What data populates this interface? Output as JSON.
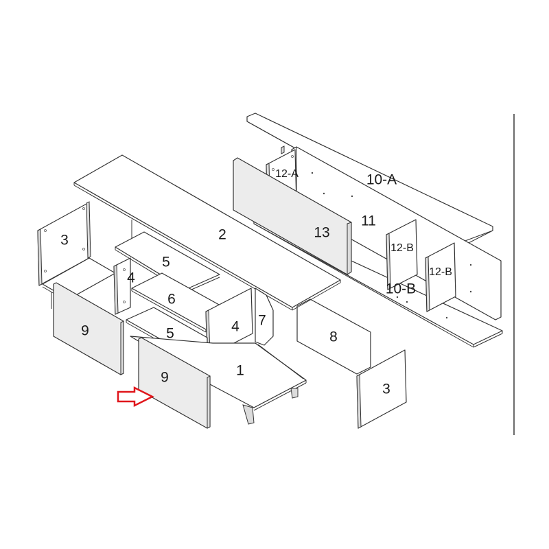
{
  "diagram": {
    "type": "exploded-assembly",
    "subject": "TV stand / sideboard with wall shelf",
    "accent_color": "#e0161b",
    "panel_fill": "#ffffff",
    "door_fill": "#ececec",
    "line_color": "#333333",
    "divider_color": "#6a6a6a",
    "arrow": {
      "direction": "right",
      "points_to_part": "9",
      "color": "#e0161b"
    },
    "parts": [
      {
        "id": "p1",
        "label": "1",
        "description": "bottom panel with legs"
      },
      {
        "id": "p2",
        "label": "2",
        "description": "top panel"
      },
      {
        "id": "p3-left",
        "label": "3",
        "description": "left side panel"
      },
      {
        "id": "p3-right",
        "label": "3",
        "description": "right side panel"
      },
      {
        "id": "p4-back",
        "label": "4",
        "description": "inner vertical divider"
      },
      {
        "id": "p4-front",
        "label": "4",
        "description": "inner vertical divider (front)"
      },
      {
        "id": "p5-upper",
        "label": "5",
        "description": "upper shelf"
      },
      {
        "id": "p5-lower",
        "label": "5",
        "description": "lower shelf"
      },
      {
        "id": "p6",
        "label": "6",
        "description": "middle shelf"
      },
      {
        "id": "p7",
        "label": "7",
        "description": "support bracket"
      },
      {
        "id": "p8",
        "label": "8",
        "description": "back panel"
      },
      {
        "id": "p9-left",
        "label": "9",
        "description": "door (grey)"
      },
      {
        "id": "p9-right",
        "label": "9",
        "description": "door (grey), indicated by arrow"
      },
      {
        "id": "p10a",
        "label": "10-A",
        "description": "wall shelf top"
      },
      {
        "id": "p10b",
        "label": "10-B",
        "description": "wall shelf bottom"
      },
      {
        "id": "p11",
        "label": "11",
        "description": "wall shelf back"
      },
      {
        "id": "p12a",
        "label": "12-A",
        "description": "wall shelf end"
      },
      {
        "id": "p12b-1",
        "label": "12-B",
        "description": "wall shelf divider"
      },
      {
        "id": "p12b-2",
        "label": "12-B",
        "description": "wall shelf divider"
      },
      {
        "id": "p13",
        "label": "13",
        "description": "wall shelf front panel (grey)"
      }
    ]
  }
}
